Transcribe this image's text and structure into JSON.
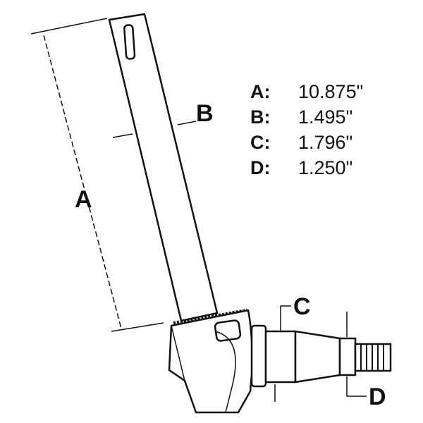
{
  "diagram": {
    "labels": {
      "a": "A",
      "b": "B",
      "c": "C",
      "d": "D"
    },
    "specs": [
      {
        "key": "A:",
        "value": "10.875\""
      },
      {
        "key": "B:",
        "value": "1.495\""
      },
      {
        "key": "C:",
        "value": "1.796\""
      },
      {
        "key": "D:",
        "value": "1.250\""
      }
    ]
  }
}
